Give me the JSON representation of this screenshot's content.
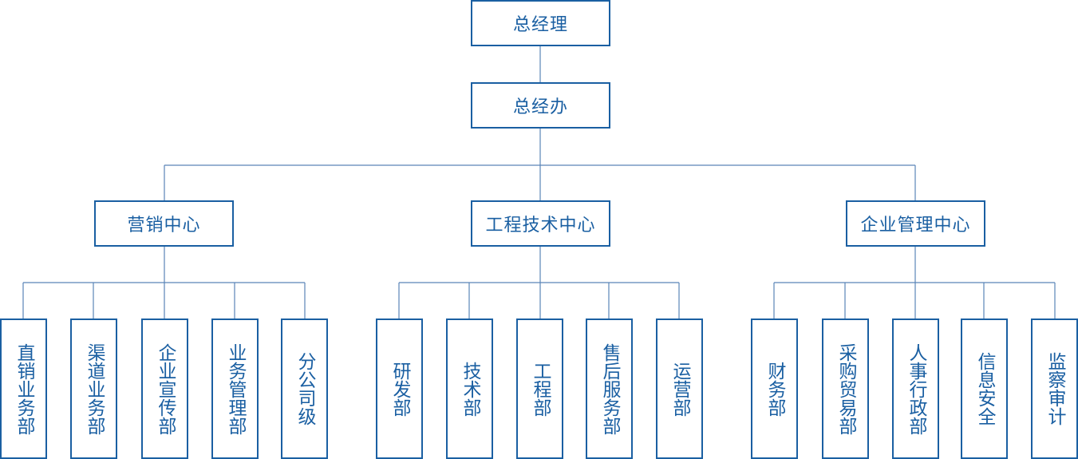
{
  "colors": {
    "box_border": "#1a5fa2",
    "text": "#1a5fa2",
    "connector": "#5a84b8",
    "background": "#ffffff"
  },
  "org": {
    "root": "总经理",
    "office": "总经办",
    "centers": [
      {
        "name": "营销中心",
        "departments": [
          "直销业务部",
          "渠道业务部",
          "企业宣传部",
          "业务管理部",
          "分公司级"
        ]
      },
      {
        "name": "工程技术中心",
        "departments": [
          "研发部",
          "技术部",
          "工程部",
          "售后服务部",
          "运营部"
        ]
      },
      {
        "name": "企业管理中心",
        "departments": [
          "财务部",
          "采购贸易部",
          "人事行政部",
          "信息安全",
          "监察审计"
        ]
      }
    ]
  }
}
